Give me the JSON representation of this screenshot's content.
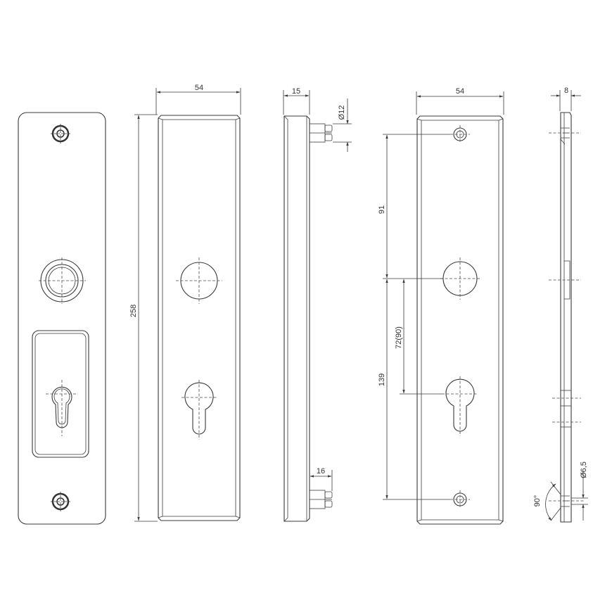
{
  "dimensions": {
    "width_front": "54",
    "height_total": "258",
    "depth_side": "15",
    "pin_diameter": "Ø12",
    "pin_length": "16",
    "width_back": "54",
    "hole_spacing_top": "91",
    "hole_spacing_lower": "139",
    "cylinder_spacing": "72(90)",
    "plate_thickness": "8",
    "screw_diameter": "Ø6,5",
    "countersink_angle": "90°"
  },
  "colors": {
    "line": "#3a3a3a",
    "background": "#ffffff"
  }
}
